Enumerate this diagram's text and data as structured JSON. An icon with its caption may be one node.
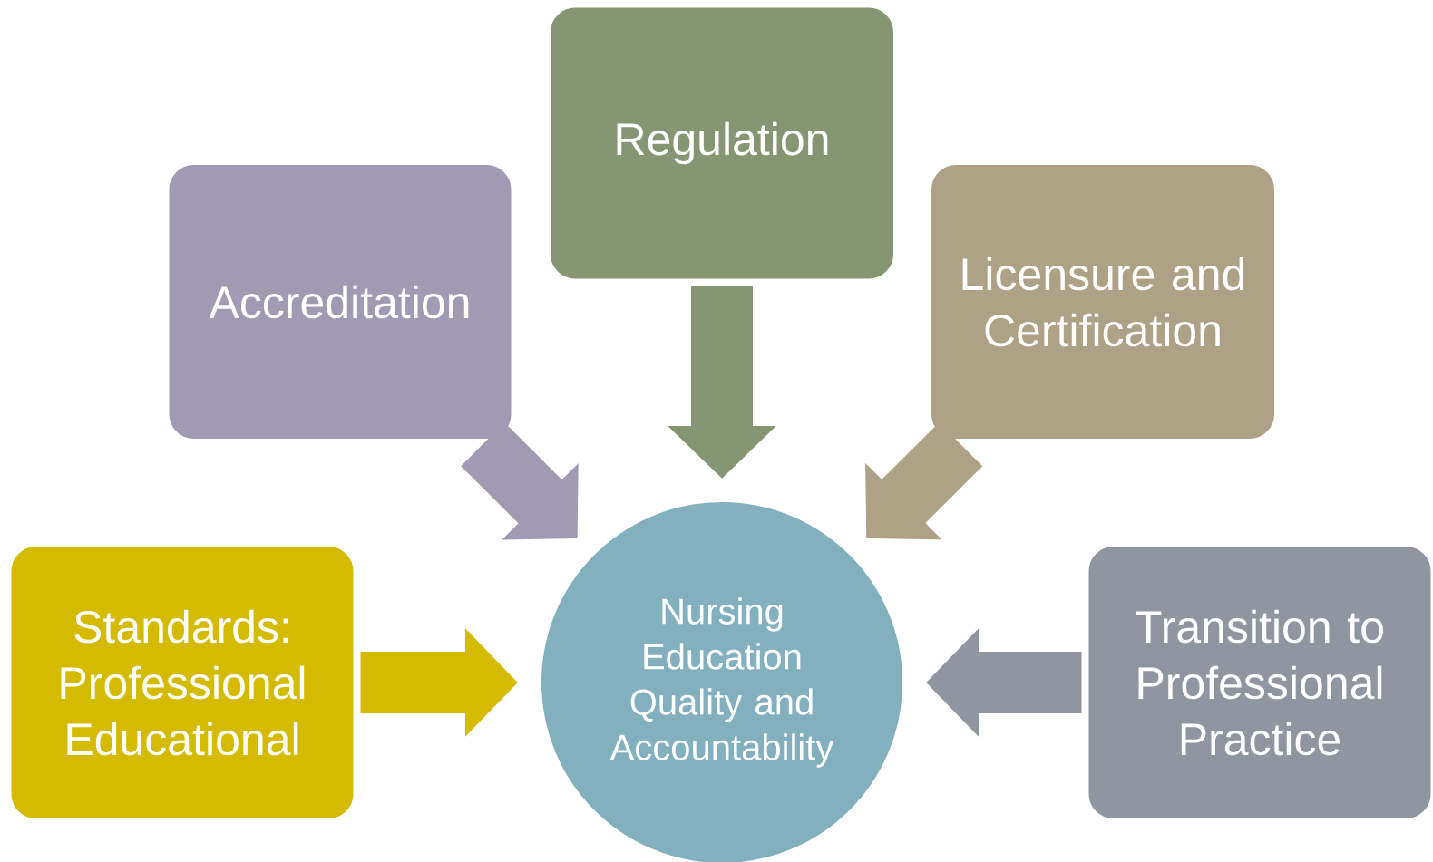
{
  "diagram": {
    "nodes": [
      {
        "text": [
          "Regulation"
        ]
      },
      {
        "text": [
          "Accreditation"
        ]
      },
      {
        "text": [
          "Licensure and Certification"
        ]
      },
      {
        "text": [
          "Nursing Education Quality and Accountability"
        ]
      },
      {
        "text": [
          "Standards: Professional Educational"
        ]
      },
      {
        "text": [
          "Transition to Professional Practice"
        ]
      }
    ],
    "edges": [
      {
        "from": 0,
        "to": 3,
        "arrow": "to",
        "color": "#879672"
      },
      {
        "from": 1,
        "to": 3,
        "arrow": "to",
        "color": "#a09bb2"
      },
      {
        "from": 2,
        "to": 3,
        "arrow": "to",
        "color": "#ada285"
      },
      {
        "from": 4,
        "to": 3,
        "arrow": "to",
        "color": "#d4bb00"
      },
      {
        "from": 5,
        "to": 3,
        "arrow": "to",
        "color": "#9096a0"
      }
    ]
  }
}
